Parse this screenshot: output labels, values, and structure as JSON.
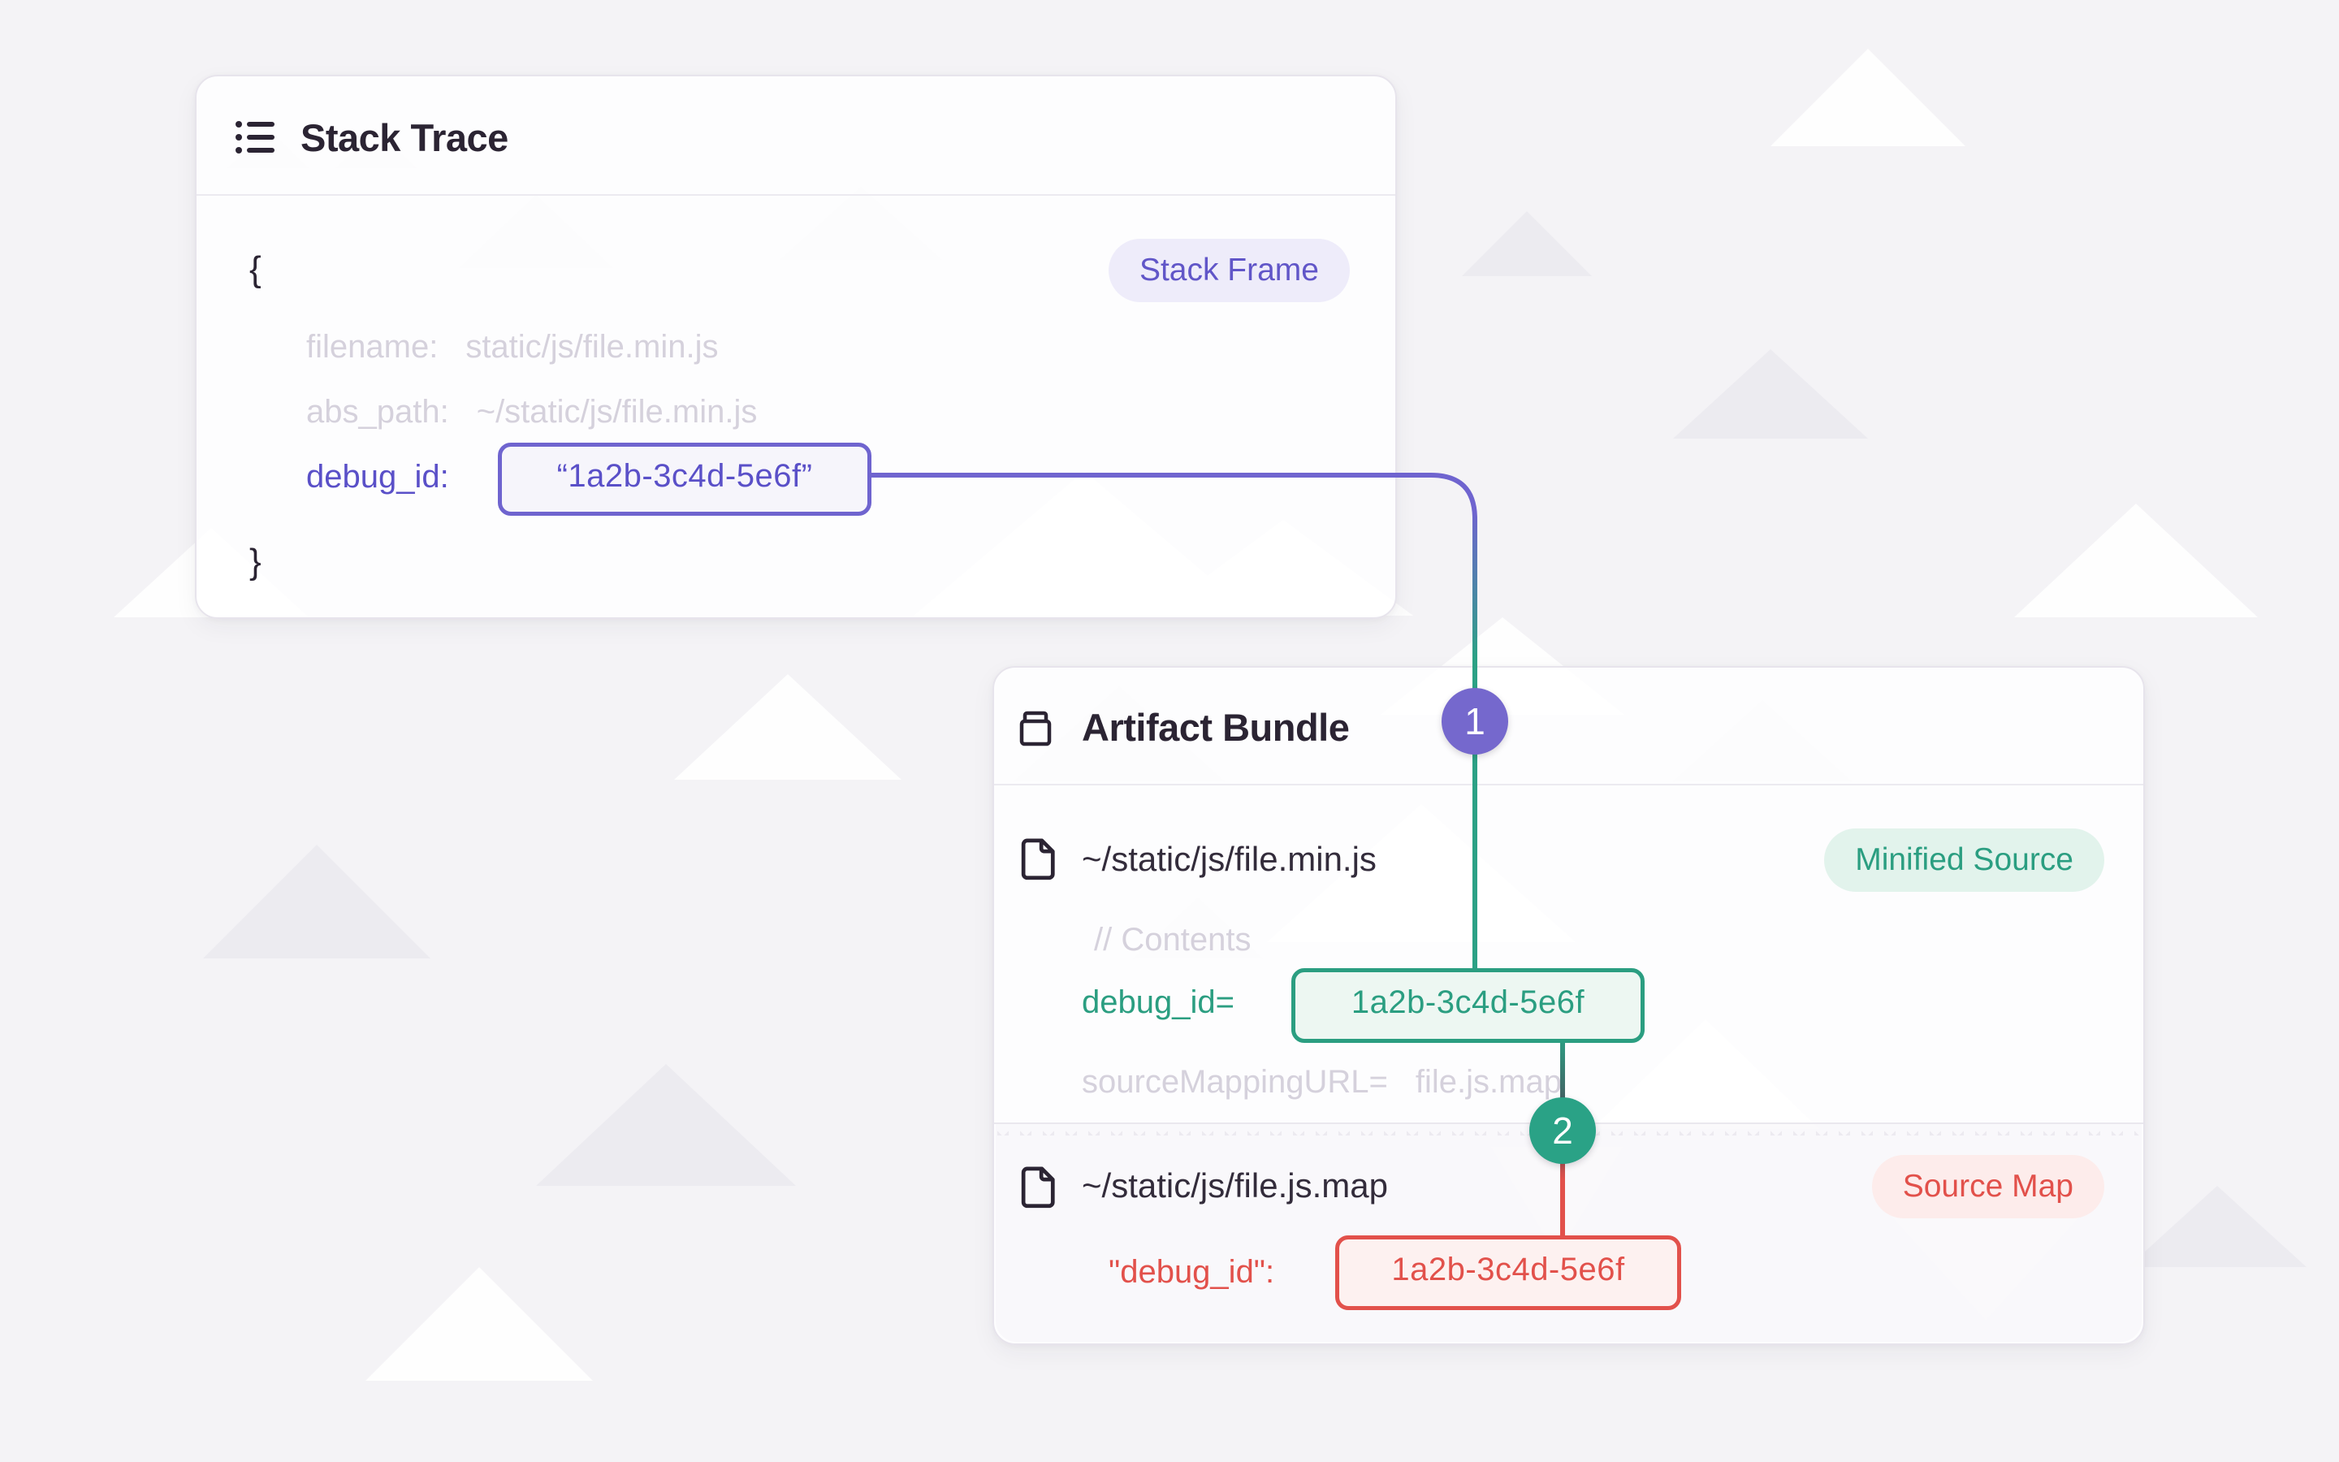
{
  "colors": {
    "accent_purple": "#6C5FC7",
    "accent_teal": "#2BA185",
    "accent_red": "#E2514B",
    "page_bg": "#F4F3F6",
    "ghost_text": "#D5D1DC",
    "dark_text": "#2B2433"
  },
  "stack_trace": {
    "title": "Stack Trace",
    "badge": "Stack Frame",
    "open_brace": "{",
    "close_brace": "}",
    "rows": [
      {
        "key": "filename:",
        "value": "static/js/file.min.js"
      },
      {
        "key": "abs_path:",
        "value": "~/static/js/file.min.js"
      }
    ],
    "debug_key": "debug_id:",
    "debug_value": "“1a2b-3c4d-5e6f”"
  },
  "artifact_bundle": {
    "title": "Artifact Bundle",
    "minified": {
      "path": "~/static/js/file.min.js",
      "badge": "Minified Source",
      "comment": "// Contents",
      "debug_key": "debug_id=",
      "debug_value": "1a2b-3c4d-5e6f",
      "mapping_key": "sourceMappingURL=",
      "mapping_value": "file.js.map"
    },
    "sourcemap": {
      "path": "~/static/js/file.js.map",
      "badge": "Source Map",
      "debug_key": "\"debug_id\":",
      "debug_value": "1a2b-3c4d-5e6f"
    }
  },
  "steps": {
    "one": "1",
    "two": "2"
  }
}
